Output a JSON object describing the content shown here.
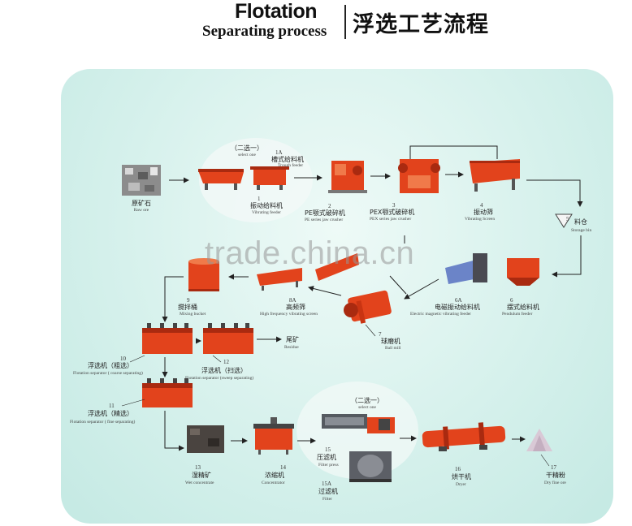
{
  "header": {
    "title_en": "Flotation",
    "subtitle_en": "Separating process",
    "title_cn": "浮选工艺流程"
  },
  "watermark": "trade.china.cn",
  "nodes": {
    "raw_ore": {
      "cn": "原矿石",
      "en": "Raw ore"
    },
    "select1": {
      "cn": "（二选一）",
      "en": "select one"
    },
    "n1a": {
      "num": "1A",
      "cn": "槽式给料机",
      "en": "Trough feeder"
    },
    "n1": {
      "num": "1",
      "cn": "振动给料机",
      "en": "Vibrating feeder"
    },
    "n2": {
      "num": "2",
      "cn": "PE颚式破碎机",
      "en": "PE series jaw crusher"
    },
    "n3": {
      "num": "3",
      "cn": "PEX颚式破碎机",
      "en": "PEX series jaw crusher"
    },
    "n4": {
      "num": "4",
      "cn": "振动筛",
      "en": "Vibrating Screen"
    },
    "n5": {
      "num": "5",
      "cn": "料仓",
      "en": "Storage bin"
    },
    "n6": {
      "num": "6",
      "cn": "摆式给料机",
      "en": "Pendulum feeder"
    },
    "n6a": {
      "num": "6A",
      "cn": "电磁振动给料机",
      "en": "Electric magnetic vibrating feeder"
    },
    "n7": {
      "num": "7",
      "cn": "球磨机",
      "en": "Ball mill"
    },
    "n8a": {
      "num": "8A",
      "cn": "高频筛",
      "en": "High frequency vibrating screen"
    },
    "n9": {
      "num": "9",
      "cn": "搅拌桶",
      "en": "Mixing bucket"
    },
    "n10": {
      "num": "10",
      "cn": "浮选机（粗选）",
      "en": "Flotation separator ( coarse separating)"
    },
    "tailings": {
      "cn": "尾矿",
      "en": "Residue"
    },
    "n12": {
      "num": "12",
      "cn": "浮选机（扫选）",
      "en": "Flotation separator (sweep separating)"
    },
    "n11": {
      "num": "11",
      "cn": "浮选机（精选）",
      "en": "Flotation separator ( fine separating)"
    },
    "n13": {
      "num": "13",
      "cn": "湿精矿",
      "en": "Wet concentrate"
    },
    "n14": {
      "num": "14",
      "cn": "浓缩机",
      "en": "Concentrator"
    },
    "select2": {
      "cn": "（二选一）",
      "en": "select one"
    },
    "n15": {
      "num": "15",
      "cn": "压滤机",
      "en": "Filter press"
    },
    "n15a": {
      "num": "15A",
      "cn": "过滤机",
      "en": "Filter"
    },
    "n16": {
      "num": "16",
      "cn": "烘干机",
      "en": "Dryer"
    },
    "n17": {
      "num": "17",
      "cn": "干精粉",
      "en": "Dry fine ore"
    }
  },
  "colors": {
    "machine": "#e2431c",
    "machine_dark": "#a92a10",
    "bg": "#d6f1ec",
    "arrow": "#222222"
  }
}
